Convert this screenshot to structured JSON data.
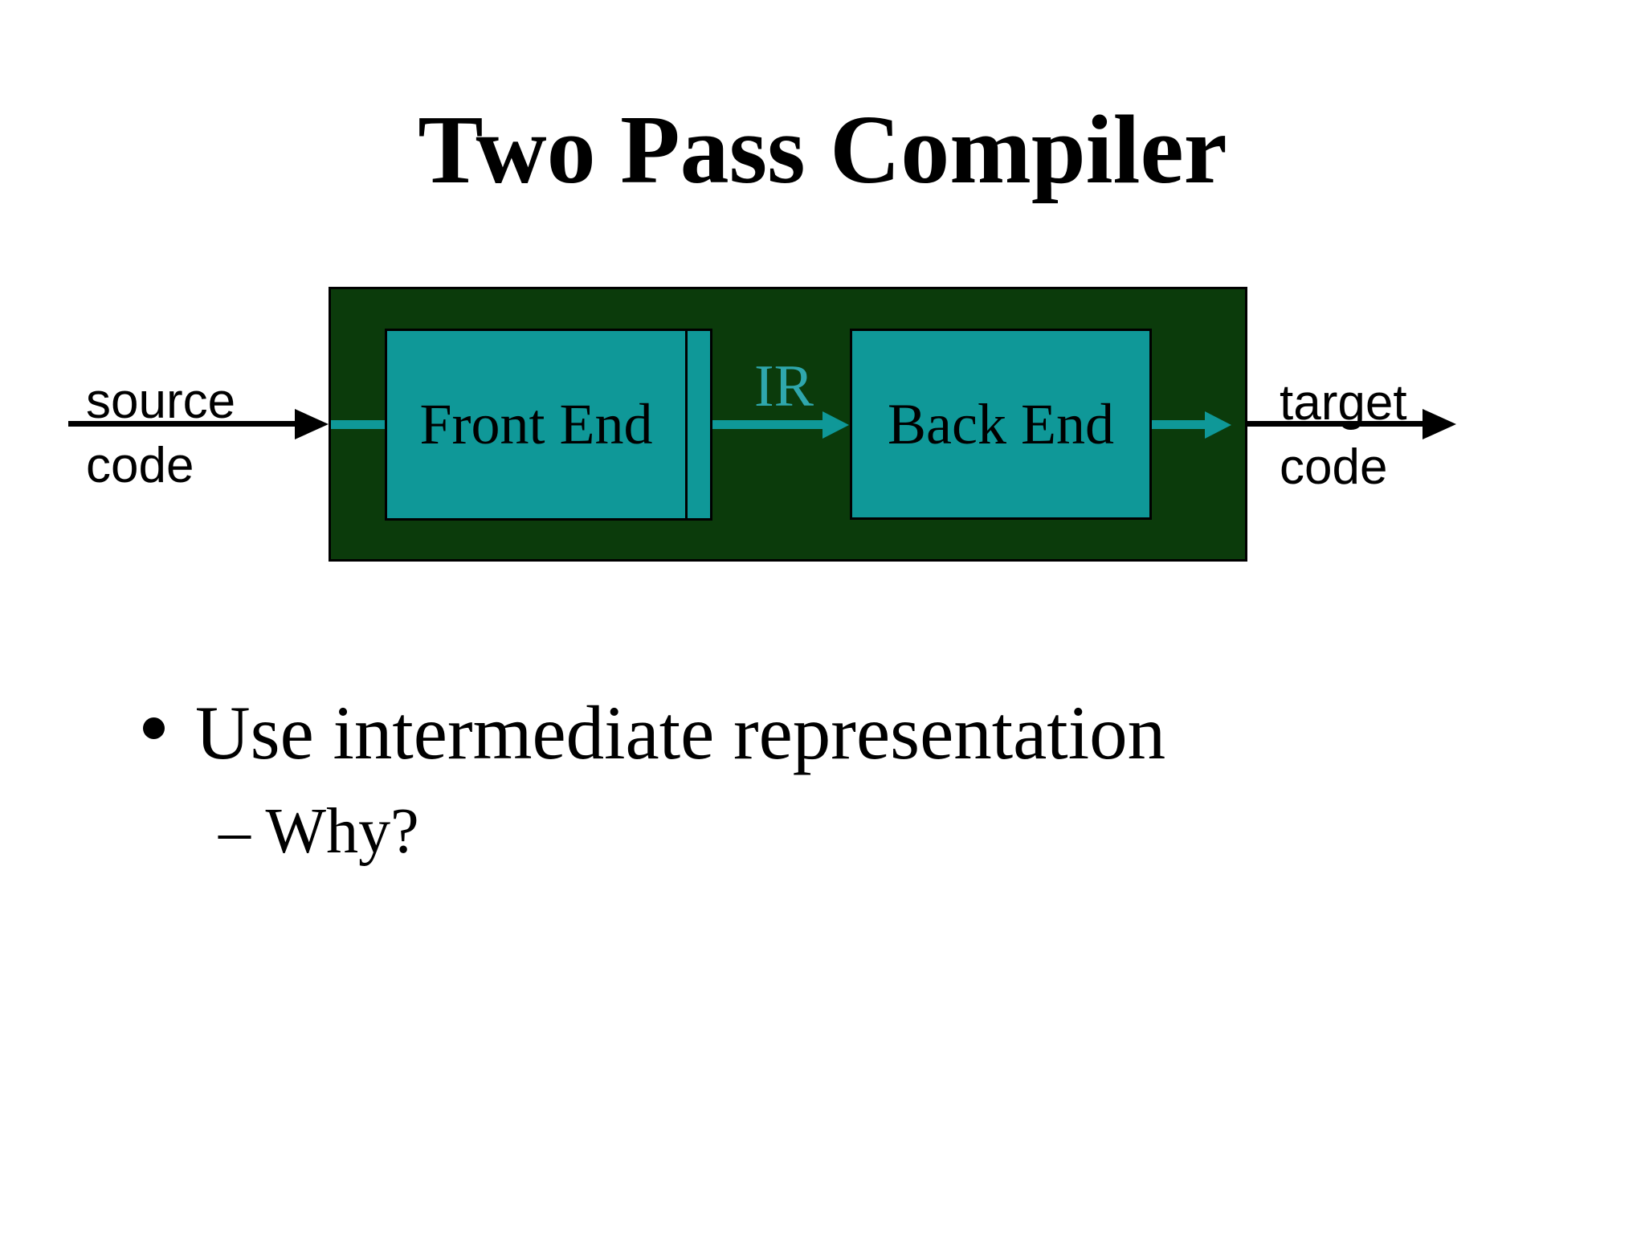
{
  "title": "Two Pass Compiler",
  "diagram": {
    "front_end": "Front End",
    "back_end": "Back End",
    "ir": "IR",
    "source_line1": "source",
    "source_line2": "code",
    "target_line1": "target",
    "target_line2": "code"
  },
  "bullets": {
    "main": "Use intermediate representation",
    "sub": "– Why?"
  },
  "colors": {
    "slide_bg": "#FFFFFF",
    "diagram_bg": "#0B3B0B",
    "box_fill": "#0F9898",
    "arrow_teal": "#0F9898",
    "arrow_black": "#000000",
    "ir_text": "#2FA7AD",
    "text": "#000000"
  }
}
